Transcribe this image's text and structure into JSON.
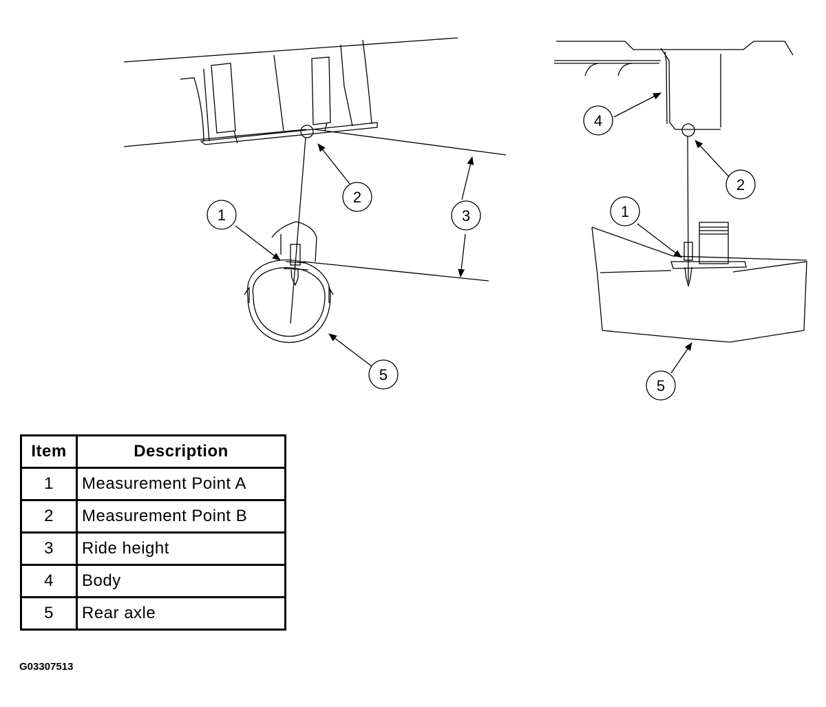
{
  "callouts": {
    "left": {
      "c1": "1",
      "c2": "2",
      "c3": "3",
      "c5": "5"
    },
    "right": {
      "c1": "1",
      "c2": "2",
      "c4": "4",
      "c5": "5"
    }
  },
  "legend": {
    "header_item": "Item",
    "header_description": "Description",
    "rows": [
      {
        "item": "1",
        "description": "Measurement Point A"
      },
      {
        "item": "2",
        "description": "Measurement Point B"
      },
      {
        "item": "3",
        "description": "Ride height"
      },
      {
        "item": "4",
        "description": "Body"
      },
      {
        "item": "5",
        "description": "Rear axle"
      }
    ]
  },
  "figure_id": "G03307513"
}
